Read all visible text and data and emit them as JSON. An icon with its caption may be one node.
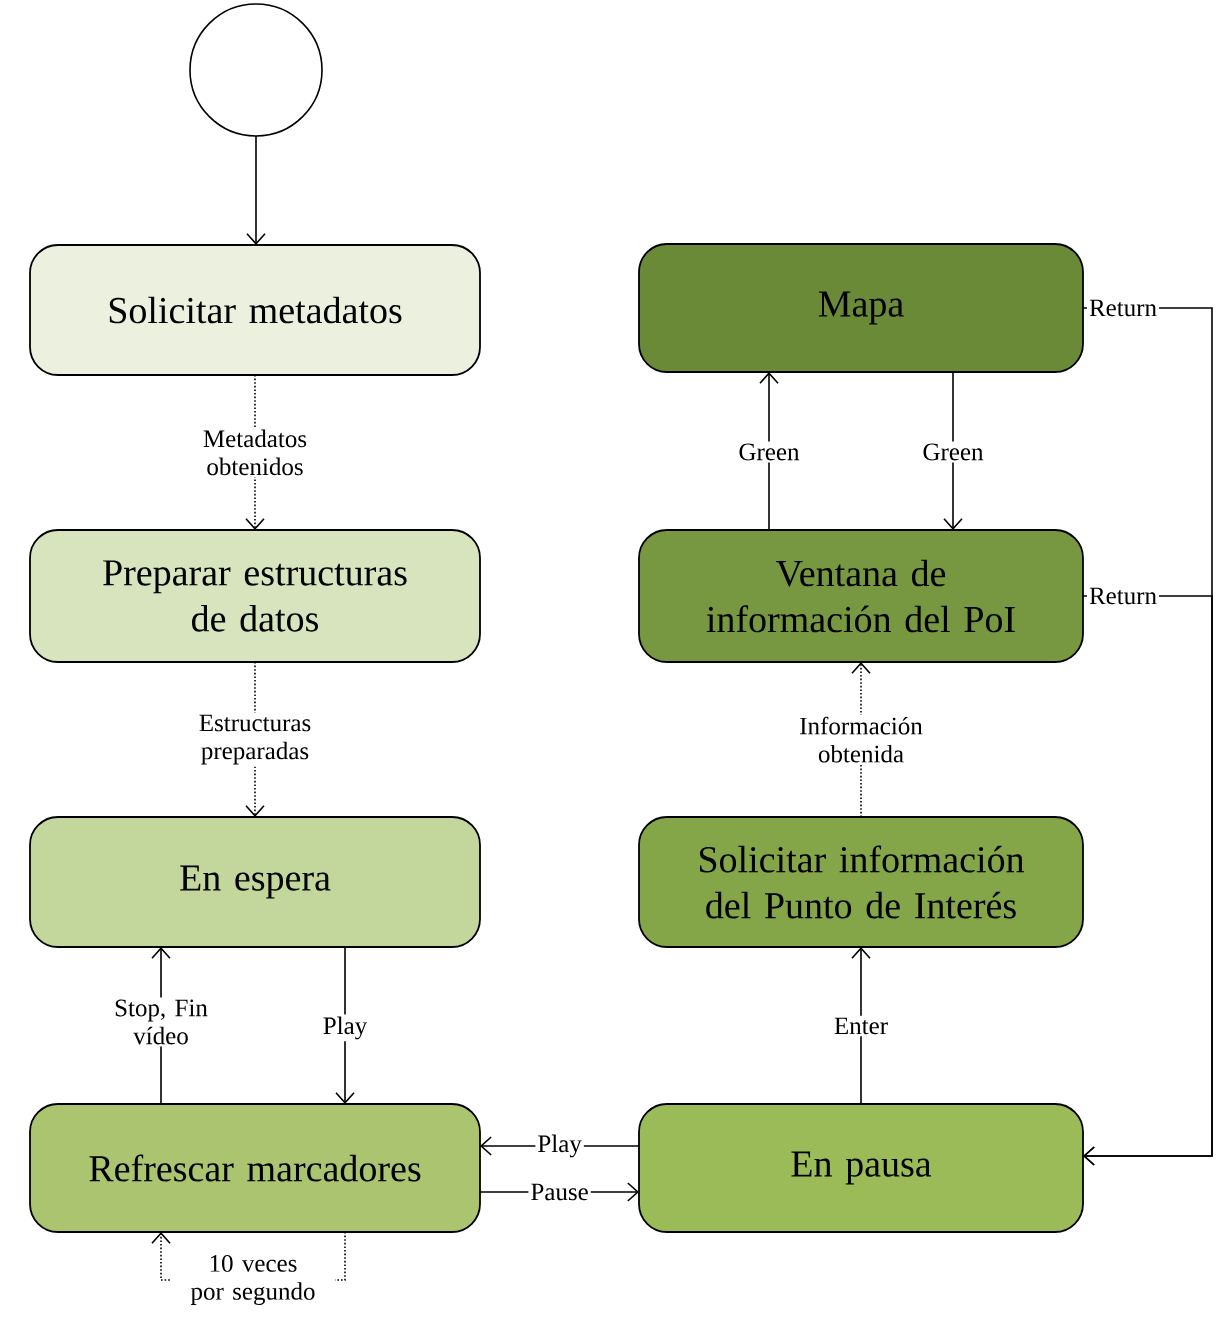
{
  "diagram": {
    "nodes": [
      {
        "text": [],
        "shape": "circle"
      },
      {
        "text": [
          "Solicitar metadatos"
        ]
      },
      {
        "text": [
          "Preparar estructuras de datos"
        ]
      },
      {
        "text": [
          "En espera"
        ]
      },
      {
        "text": [
          "Refrescar marcadores"
        ]
      },
      {
        "text": [
          "Mapa"
        ]
      },
      {
        "text": [
          "Ventana de información del PoI"
        ]
      },
      {
        "text": [
          "Solicitar información del Punto de Interés"
        ]
      },
      {
        "text": [
          "En pausa"
        ]
      }
    ],
    "edges": [
      {
        "from": 0,
        "to": 1,
        "arrow": "to"
      },
      {
        "from": 1,
        "to": 2,
        "arrow": "to",
        "label": "Metadatos obtenidos",
        "style": "dashed"
      },
      {
        "from": 2,
        "to": 3,
        "arrow": "to",
        "label": "Estructuras preparadas",
        "style": "dashed"
      },
      {
        "from": 4,
        "to": 3,
        "arrow": "to",
        "label": "Stop, Fin vídeo"
      },
      {
        "from": 3,
        "to": 4,
        "arrow": "to",
        "label": "Play"
      },
      {
        "from": 8,
        "to": 4,
        "arrow": "to",
        "label": "Play"
      },
      {
        "from": 4,
        "to": 8,
        "arrow": "to",
        "label": "Pause"
      },
      {
        "from": 4,
        "to": 4,
        "arrow": "to",
        "label": "10 veces por segundo",
        "style": "dashed"
      },
      {
        "from": 8,
        "to": 7,
        "arrow": "to",
        "label": "Enter"
      },
      {
        "from": 7,
        "to": 6,
        "arrow": "to",
        "label": "Información obtenida",
        "style": "dashed"
      },
      {
        "from": 6,
        "to": 5,
        "arrow": "to",
        "label": "Green"
      },
      {
        "from": 5,
        "to": 6,
        "arrow": "to",
        "label": "Green"
      },
      {
        "from": 5,
        "to": 8,
        "arrow": "to",
        "label": "Return"
      },
      {
        "from": 6,
        "to": 8,
        "arrow": "to",
        "label": "Return"
      }
    ]
  }
}
